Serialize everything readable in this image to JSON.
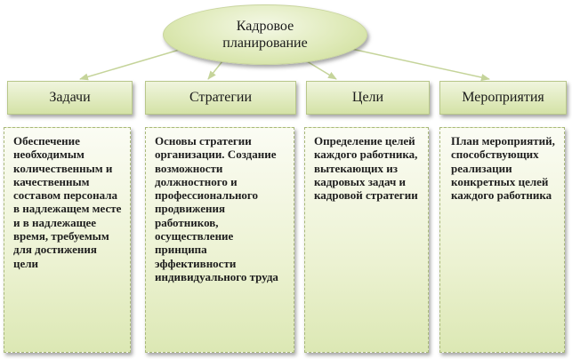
{
  "root": {
    "label": "Кадровое планирование"
  },
  "columns": [
    {
      "header": "Задачи",
      "text": "Обеспечение необходимым количественным и качественным составом персонала в надлежащем месте и в надлежащее время, требуемым для достижения цели"
    },
    {
      "header": "Стратегии",
      "text": "Основы стратегии организации. Создание возможности должностного и профессионального продвижения работников, осуществление принципа эффективности индивидуального труда"
    },
    {
      "header": "Цели",
      "text": "Определение целей каждого работника, вытекающих из кадровых задач и кадровой стратегии"
    },
    {
      "header": "Мероприятия",
      "text": "План мероприятий, способствующих реализации конкретных целей каждого работника"
    }
  ],
  "colors": {
    "fill_light": "#f0f5de",
    "fill_dark": "#d4e2a6",
    "arrow": "#c5d49a"
  }
}
